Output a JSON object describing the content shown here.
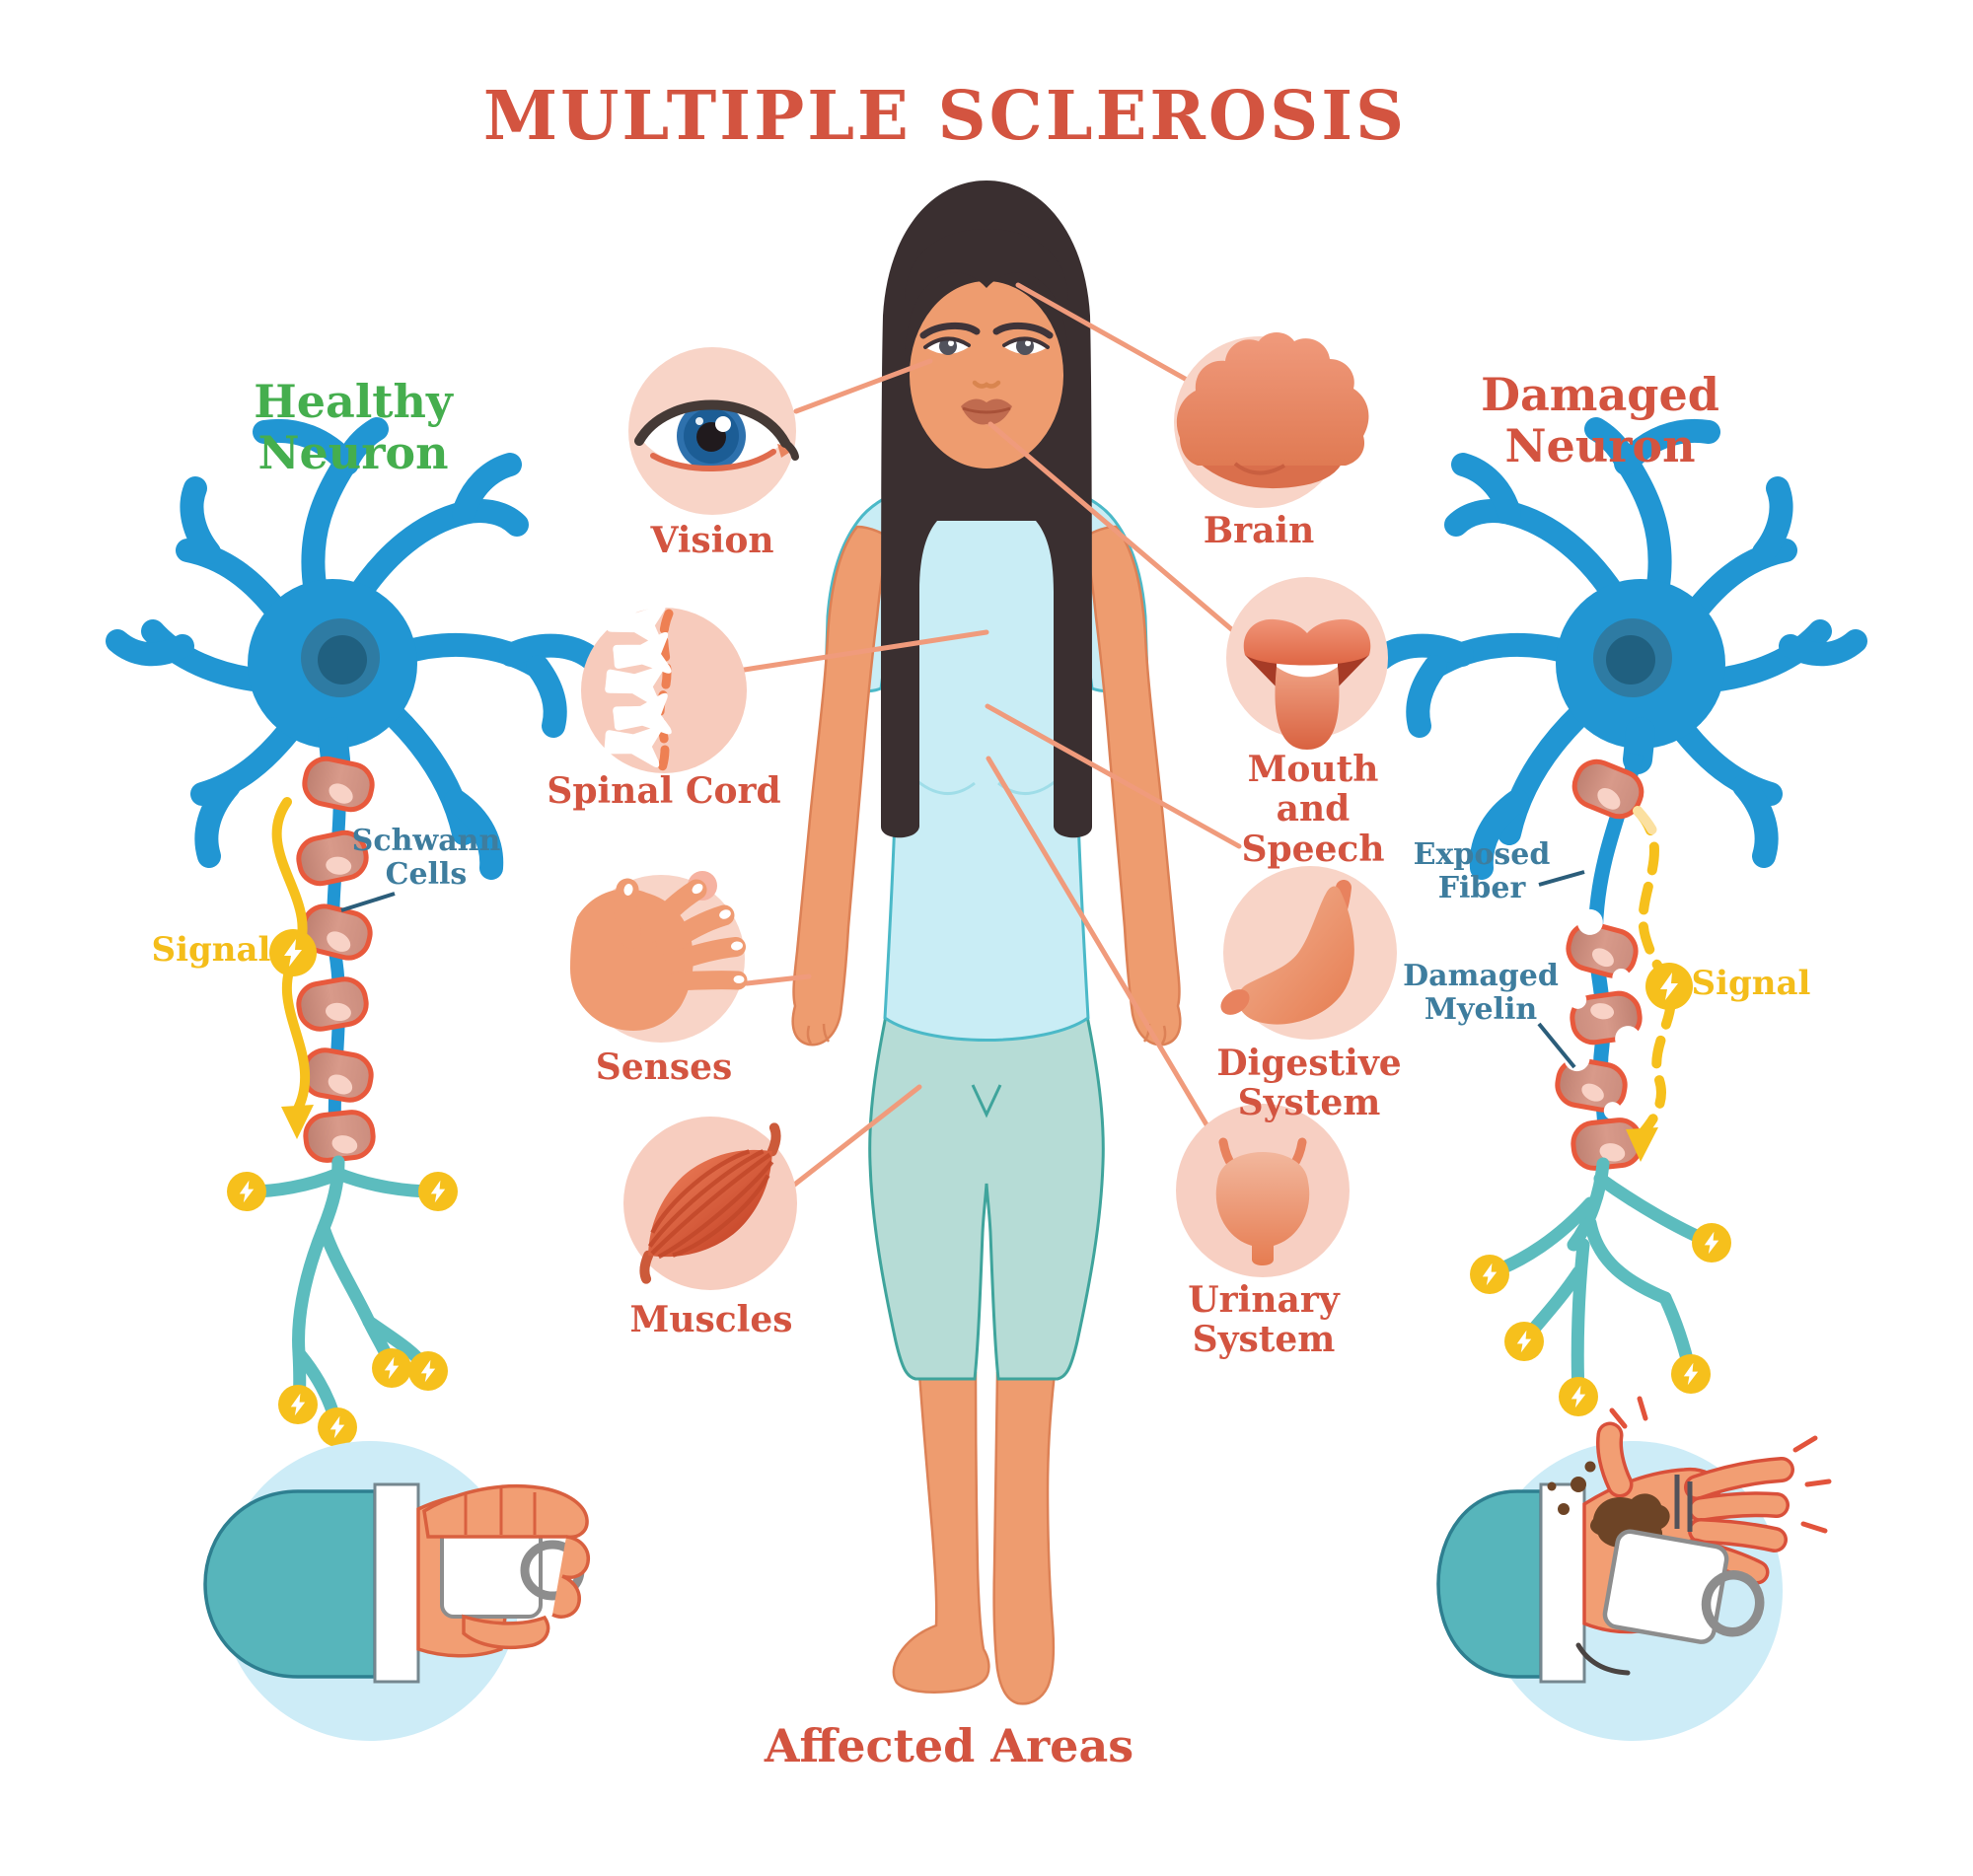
{
  "title": "MULTIPLE SCLEROSIS",
  "footer": "Affected Areas",
  "healthy_neuron": {
    "heading": "Healthy Neuron",
    "schwann_label": "Schwann Cells",
    "signal_label": "Signal"
  },
  "damaged_neuron": {
    "heading": "Damaged Neuron",
    "exposed_label": "Exposed Fiber",
    "damaged_myelin_label": "Damaged Myelin",
    "signal_label": "Signal"
  },
  "affected_areas_left": [
    {
      "label": "Vision",
      "icon": "eye-icon"
    },
    {
      "label": "Spinal Cord",
      "icon": "spine-icon"
    },
    {
      "label": "Senses",
      "icon": "hand-icon"
    },
    {
      "label": "Muscles",
      "icon": "muscle-icon"
    }
  ],
  "affected_areas_right": [
    {
      "label": "Brain",
      "icon": "brain-icon"
    },
    {
      "label": "Mouth and Speech",
      "icon": "mouth-icon"
    },
    {
      "label": "Digestive System",
      "icon": "stomach-icon"
    },
    {
      "label": "Urinary System",
      "icon": "bladder-icon"
    }
  ],
  "colors": {
    "title_red": "#d35440",
    "healthy_green": "#45ae4e",
    "info_blue": "#3e7d9e",
    "signal_yellow": "#f4bd1a",
    "neuron_blue": "#2196d3",
    "axon_teal": "#5cbcbe",
    "myelin_outline": "#e8593c",
    "circle_pink": "#f8d3c6",
    "connector_salmon": "#f09b7c",
    "skin": "#ee9c6f",
    "shirt_blue": "#c9edf5",
    "leggings_teal": "#b6dcd6",
    "bottom_circle_blue": "#cdecf7",
    "sleeve_teal": "#57b5bb",
    "coffee_brown": "#6d4426",
    "mug_white": "#ffffff"
  }
}
